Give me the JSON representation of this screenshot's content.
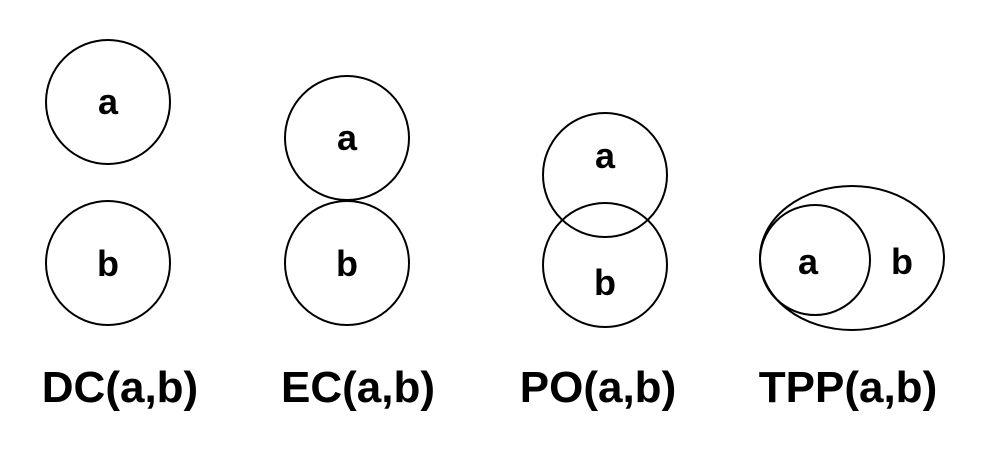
{
  "panels": [
    {
      "relation": "DC",
      "caption": "DC(a,b)",
      "region_a": "a",
      "region_b": "b"
    },
    {
      "relation": "EC",
      "caption": "EC(a,b)",
      "region_a": "a",
      "region_b": "b"
    },
    {
      "relation": "PO",
      "caption": "PO(a,b)",
      "region_a": "a",
      "region_b": "b"
    },
    {
      "relation": "TPP",
      "caption": "TPP(a,b)",
      "region_a": "a",
      "region_b": "b"
    }
  ]
}
